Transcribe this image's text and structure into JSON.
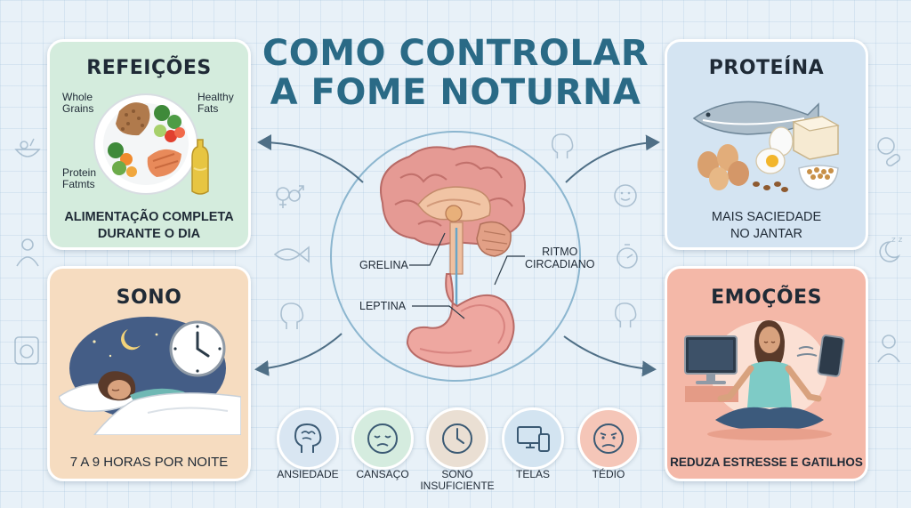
{
  "title_line1": "COMO CONTROLAR",
  "title_line2": "A FOME NOTURNA",
  "cards": {
    "refeicoes": {
      "title": "REFEIÇÕES",
      "caption_line1": "ALIMENTAÇÃO COMPLETA",
      "caption_line2": "DURANTE O DIA",
      "plate_labels": {
        "whole_grains_1": "Whole",
        "whole_grains_2": "Grains",
        "healthy_fats_1": "Healthy",
        "healthy_fats_2": "Fats",
        "protein_1": "Protein",
        "protein_2": "Fatmts"
      },
      "bg": "#d4ecdd"
    },
    "proteina": {
      "title": "PROTEÍNA",
      "caption_line1": "MAIS SACIEDADE",
      "caption_line2": "NO JANTAR",
      "bg": "#d4e4f2"
    },
    "sono": {
      "title": "SONO",
      "caption_line1": "7 A 9 HORAS POR NOITE",
      "bg": "#f6dcc0"
    },
    "emocoes": {
      "title": "EMOÇÕES",
      "caption_line1": "REDUZA ESTRESSE E GATILHOS",
      "bg": "#f4b8a8"
    }
  },
  "brain_labels": {
    "grelina": "GRELINA",
    "leptina": "LEPTINA",
    "ritmo_1": "RITMO",
    "ritmo_2": "CIRCADIANO"
  },
  "triggers": [
    {
      "label_1": "ANSIEDADE",
      "label_2": "",
      "icon": "brain-icon",
      "bg": "#d9e6f2"
    },
    {
      "label_1": "CANSAÇO",
      "label_2": "",
      "icon": "tired-face-icon",
      "bg": "#d5ecdf"
    },
    {
      "label_1": "SONO",
      "label_2": "INSUFICIENTE",
      "icon": "clock-icon",
      "bg": "#eadfd3"
    },
    {
      "label_1": "TELAS",
      "label_2": "",
      "icon": "devices-icon",
      "bg": "#d3e4f1"
    },
    {
      "label_1": "TÉDIO",
      "label_2": "",
      "icon": "bored-face-icon",
      "bg": "#f5c6b8"
    }
  ],
  "colors": {
    "title": "#2a6a86",
    "arrow": "#4f6f86",
    "brain": "#e59a94",
    "stomach": "#eea7a0"
  }
}
